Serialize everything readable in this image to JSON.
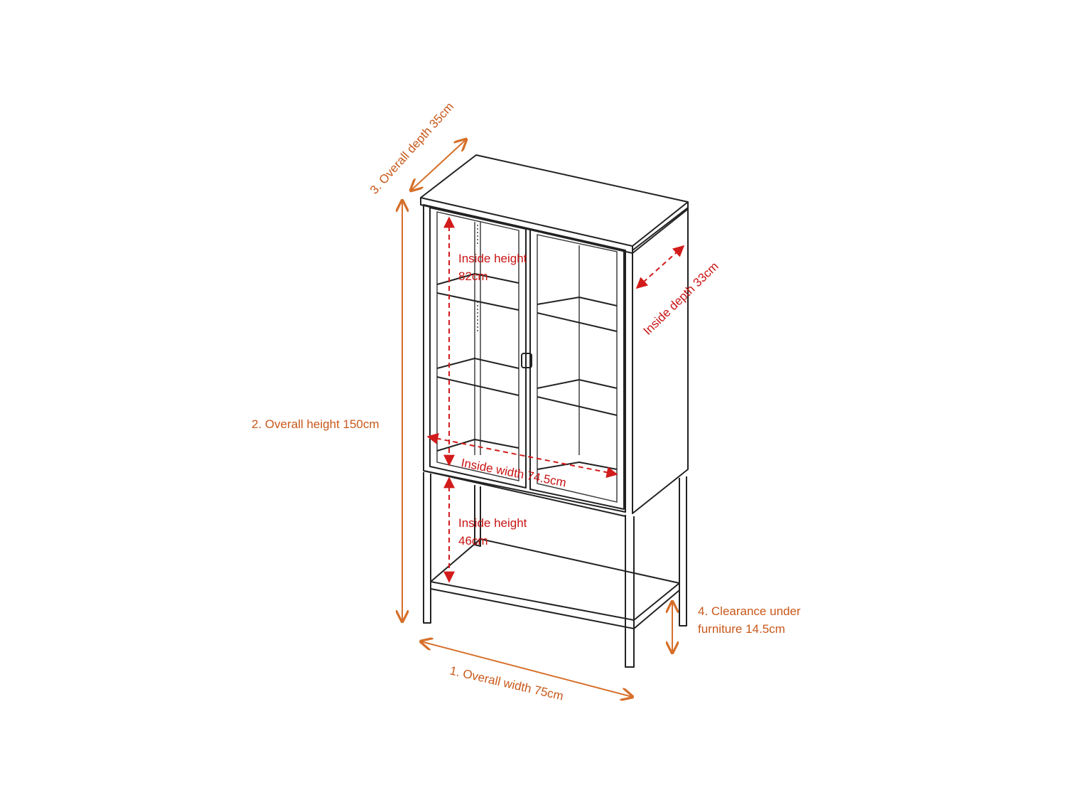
{
  "dimensions": {
    "overall_width": "1.  Overall width 75cm",
    "overall_height": "2.  Overall height 150cm",
    "overall_depth": "3. Overall depth 35cm",
    "clearance_line1": "4. Clearance under",
    "clearance_line2": "furniture 14.5cm",
    "inside_depth": "Inside depth 33cm",
    "inside_height_upper_line1": "Inside height",
    "inside_height_upper_line2": "82cm",
    "inside_height_lower_line1": "Inside height",
    "inside_height_lower_line2": "46cm",
    "inside_width": "Inside width   74.5cm"
  },
  "colors": {
    "overall_dimension": "#d66f2a",
    "inside_dimension": "#d21b1b",
    "outline": "#222222"
  }
}
